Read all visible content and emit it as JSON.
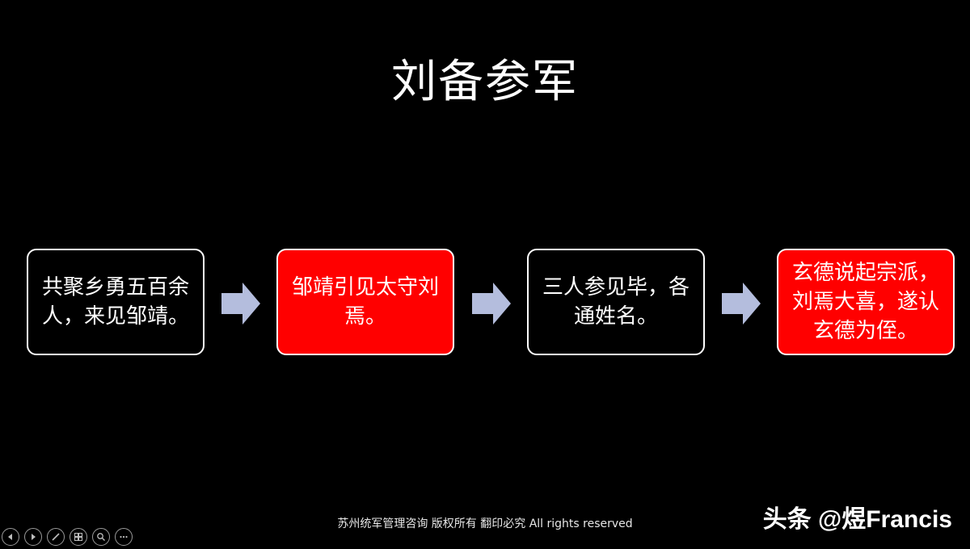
{
  "slide": {
    "title": "刘备参军",
    "boxes": [
      {
        "text": "共聚乡勇五百余人，来见邹靖。",
        "color": "#000000"
      },
      {
        "text": "邹靖引见太守刘焉。",
        "color": "#ff0000"
      },
      {
        "text": "三人参见毕，各通姓名。",
        "color": "#000000"
      },
      {
        "text": "玄德说起宗派，刘焉大喜，遂认玄德为侄。",
        "color": "#ff0000"
      }
    ],
    "arrow_color": "#b4bddd"
  },
  "footer": {
    "text": "苏州统军管理咨询  版权所有 翻印必究 All rights reserved"
  },
  "watermark": {
    "text": "头条 @煜Francis"
  },
  "toolbar": {
    "buttons": [
      {
        "icon": "previous-arrow-icon"
      },
      {
        "icon": "next-arrow-icon"
      },
      {
        "icon": "pen-icon"
      },
      {
        "icon": "slides-grid-icon"
      },
      {
        "icon": "zoom-icon"
      },
      {
        "icon": "more-options-icon"
      }
    ]
  }
}
